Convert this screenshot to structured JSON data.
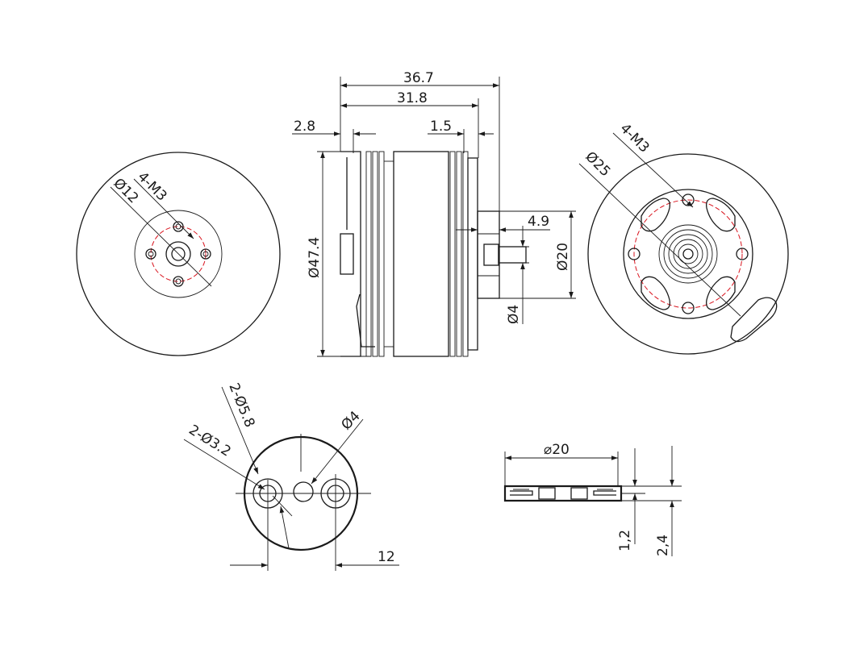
{
  "colors": {
    "line": "#1a1a1a",
    "hidden": "#d9141e",
    "background": "#ffffff"
  },
  "dimensions": {
    "overall_length": "36.7",
    "body_length": "31.8",
    "flange_thickness": "2.8",
    "rear_offset": "1.5",
    "shaft_step": "4.9",
    "diameter_outer": "Ø47.4",
    "diameter_boss": "Ø20",
    "diameter_shaft": "Ø4",
    "front_holes": "4-M3",
    "front_pcd": "Ø12",
    "rear_holes": "4-M3",
    "rear_pcd": "Ø25",
    "adapter_holes_large": "2-Ø5.8",
    "adapter_holes_small": "2-Ø3.2",
    "adapter_bore": "Ø4",
    "adapter_spacing": "12",
    "washer_diameter": "⌀20",
    "washer_thickness_inner": "1,2",
    "washer_thickness_total": "2,4"
  }
}
